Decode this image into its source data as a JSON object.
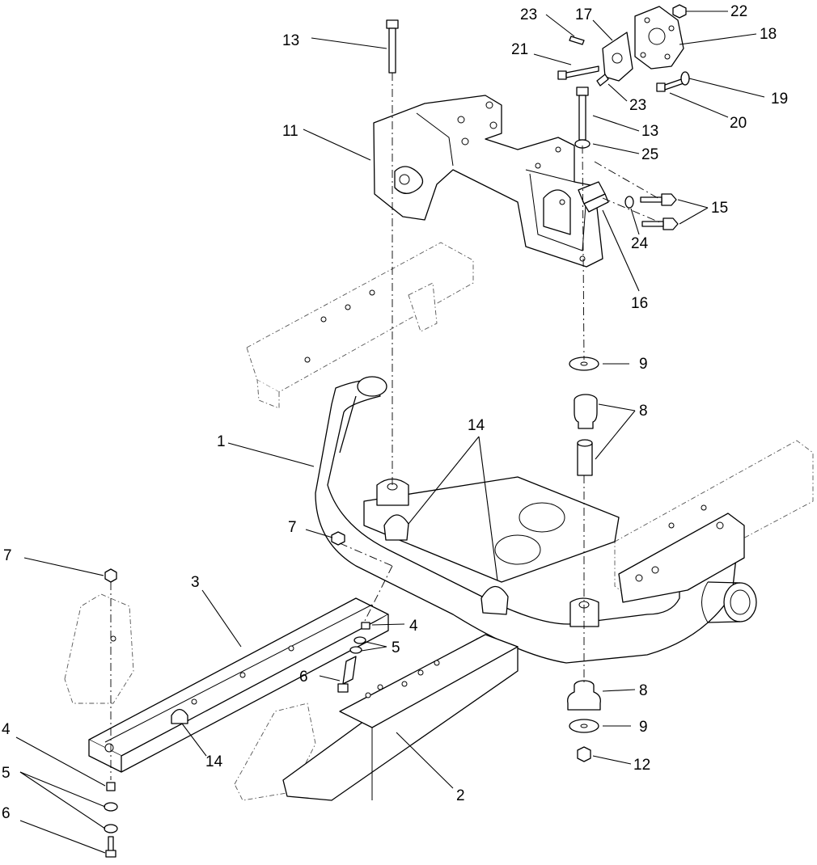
{
  "callouts": {
    "c1": "1",
    "c2": "2",
    "c3": "3",
    "c4a": "4",
    "c4b": "4",
    "c5a": "5",
    "c5b": "5",
    "c6a": "6",
    "c6b": "6",
    "c7a": "7",
    "c7b": "7",
    "c8a": "8",
    "c8b": "8",
    "c9a": "9",
    "c9b": "9",
    "c11": "11",
    "c12": "12",
    "c13a": "13",
    "c13b": "13",
    "c14a": "14",
    "c14b": "14",
    "c15": "15",
    "c16": "16",
    "c17": "17",
    "c18": "18",
    "c19": "19",
    "c20": "20",
    "c21": "21",
    "c22": "22",
    "c23a": "23",
    "c23b": "23",
    "c24": "24",
    "c25": "25"
  }
}
